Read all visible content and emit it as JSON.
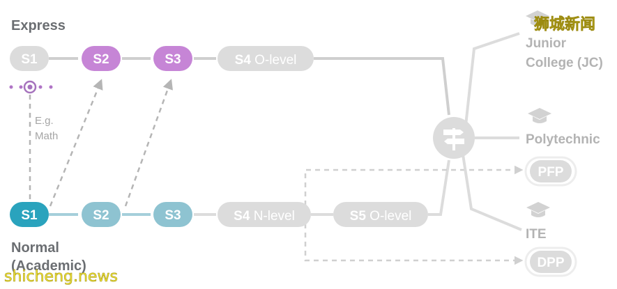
{
  "streams": {
    "express": "Express",
    "normal_line1": "Normal",
    "normal_line2": "(Academic)"
  },
  "express_pills": {
    "s1": "S1",
    "s2": "S2",
    "s3": "S3",
    "s4_bold": "S4",
    "s4_rest": " O-level"
  },
  "normal_pills": {
    "s1": "S1",
    "s2": "S2",
    "s3": "S3",
    "s4_bold": "S4",
    "s4_rest": " N-level",
    "s5_bold": "S5",
    "s5_rest": " O-level"
  },
  "subject_note": {
    "line1": "E.g.",
    "line2": "Math"
  },
  "destinations": {
    "jc_line1": "Junior",
    "jc_line2": "College (JC)",
    "poly": "Polytechnic",
    "pfp": "PFP",
    "ite": "ITE",
    "dpp": "DPP"
  },
  "watermarks": {
    "top": "狮城新闻",
    "bottom": "shicheng.news"
  },
  "colors": {
    "express_active": "#c685d6",
    "normal_active": "#2aa3bd",
    "normal_light": "#8ec3d1",
    "inactive": "#dcdcdc",
    "connector_express": "#cfcfcf",
    "connector_normal": "#a5cfda",
    "dashed": "#b5b5b5",
    "cap_icon": "#d2d2d2"
  },
  "icons": [
    "graduation-cap-icon",
    "signpost-icon",
    "target-dot-icon",
    "arrow-head-icon"
  ]
}
